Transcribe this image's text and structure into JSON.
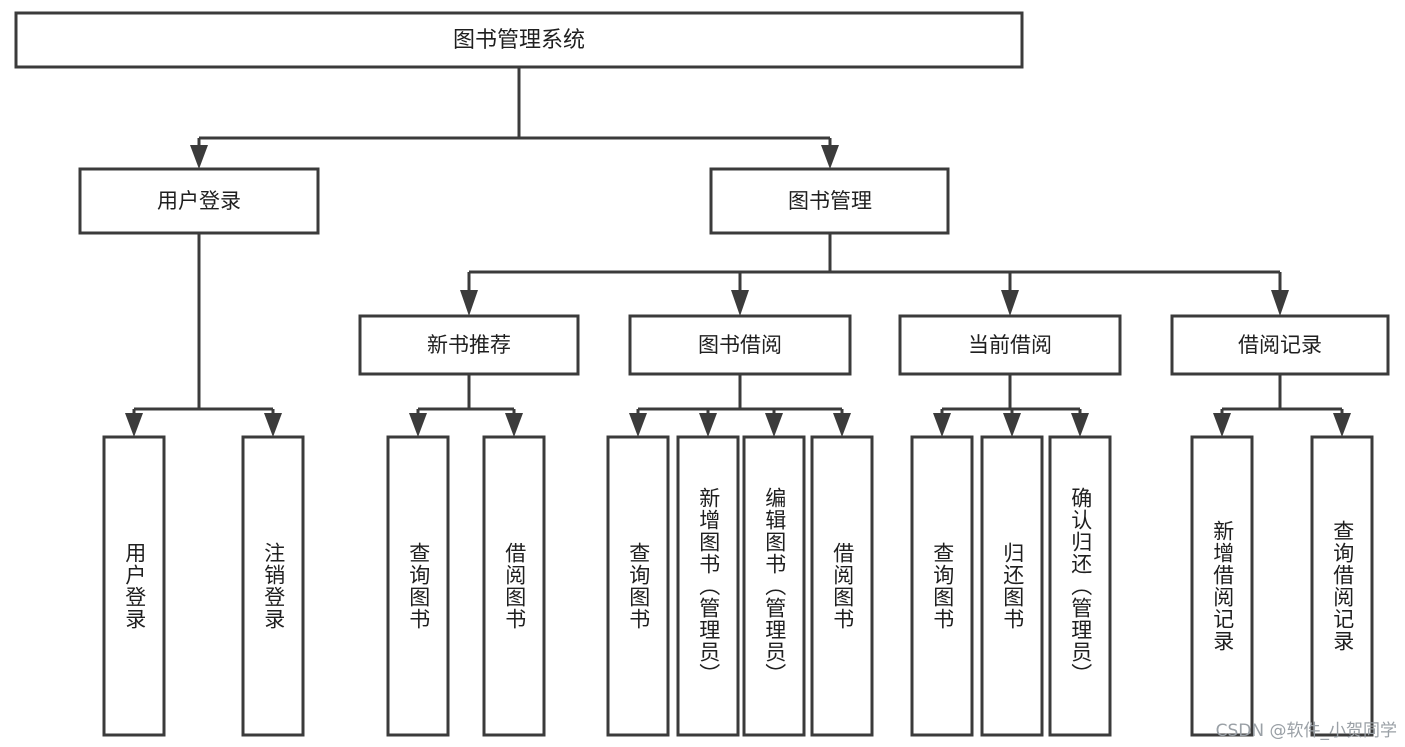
{
  "diagram": {
    "title": "图书管理系统",
    "type": "tree",
    "watermark": "CSDN @软件_小贺同学",
    "colors": {
      "background": "#ffffff",
      "box_fill": "#ffffff",
      "box_stroke": "#3b3b3b",
      "connector": "#3b3b3b",
      "text": "#1f1f1f",
      "watermark": "#9aa0a6"
    },
    "levels": {
      "root": {
        "label": "图书管理系统"
      },
      "level2": [
        {
          "id": "user-login",
          "label": "用户登录"
        },
        {
          "id": "book-manage",
          "label": "图书管理"
        }
      ],
      "level3": [
        {
          "id": "new-book-recommend",
          "label": "新书推荐",
          "parent": "book-manage"
        },
        {
          "id": "book-borrow",
          "label": "图书借阅",
          "parent": "book-manage"
        },
        {
          "id": "current-borrow",
          "label": "当前借阅",
          "parent": "book-manage"
        },
        {
          "id": "borrow-record",
          "label": "借阅记录",
          "parent": "book-manage"
        }
      ],
      "leaves": [
        {
          "id": "leaf-user-login",
          "label": "用户登录",
          "parent": "user-login"
        },
        {
          "id": "leaf-user-logout",
          "label": "注销登录",
          "parent": "user-login"
        },
        {
          "id": "leaf-query-book-1",
          "label": "查询图书",
          "parent": "new-book-recommend"
        },
        {
          "id": "leaf-borrow-book-1",
          "label": "借阅图书",
          "parent": "new-book-recommend"
        },
        {
          "id": "leaf-query-book-2",
          "label": "查询图书",
          "parent": "book-borrow"
        },
        {
          "id": "leaf-add-book",
          "label": "新增图书（管理员）",
          "parent": "book-borrow"
        },
        {
          "id": "leaf-edit-book",
          "label": "编辑图书（管理员）",
          "parent": "book-borrow"
        },
        {
          "id": "leaf-borrow-book-2",
          "label": "借阅图书",
          "parent": "book-borrow"
        },
        {
          "id": "leaf-query-book-3",
          "label": "查询图书",
          "parent": "current-borrow"
        },
        {
          "id": "leaf-return-book",
          "label": "归还图书",
          "parent": "current-borrow"
        },
        {
          "id": "leaf-confirm-return",
          "label": "确认归还（管理员）",
          "parent": "current-borrow"
        },
        {
          "id": "leaf-add-record",
          "label": "新增借阅记录",
          "parent": "borrow-record"
        },
        {
          "id": "leaf-query-record",
          "label": "查询借阅记录",
          "parent": "borrow-record"
        }
      ]
    }
  }
}
